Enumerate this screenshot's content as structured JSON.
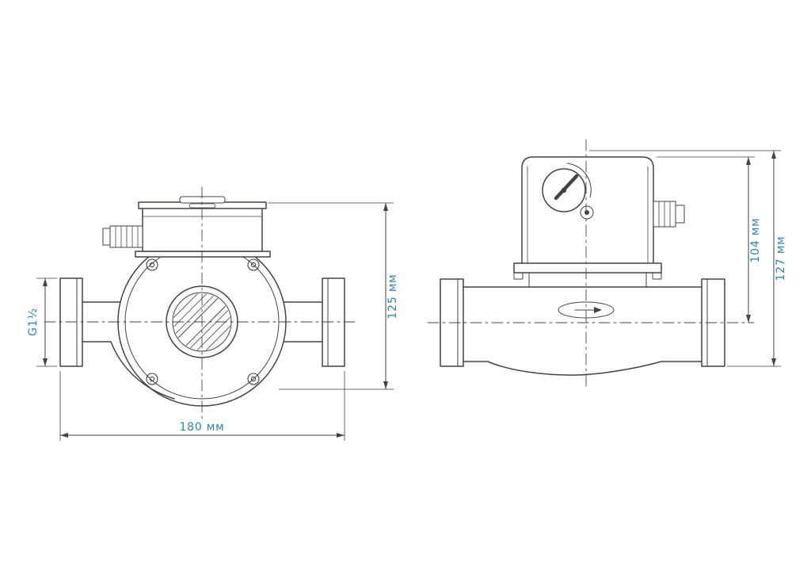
{
  "drawing": {
    "type": "pump-dimensional-drawing",
    "dimensions": {
      "port_thread": "G1½",
      "port_to_port": "180 мм",
      "height_front": "125 мм",
      "height_axis_to_top": "104 мм",
      "height_overall": "127 мм"
    },
    "icons": {
      "flow_direction": "arrow-right"
    },
    "colors": {
      "line": "#3f4449",
      "dimension_text": "#2f86ad",
      "background": "#ffffff"
    }
  }
}
